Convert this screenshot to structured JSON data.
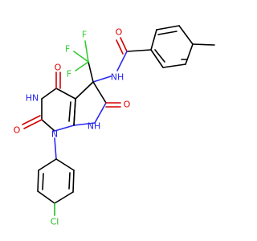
{
  "molecule": {
    "atoms": {
      "o_amide": "O",
      "nh_amide": "NH",
      "f1": "F",
      "f2": "F",
      "f3": "F",
      "o_c4": "O",
      "nh_n3": "HN",
      "o_c6": "O",
      "o_c2": "O",
      "nh_n7": "NH",
      "n_n1": "N",
      "cl": "Cl"
    },
    "colors": {
      "oxygen": "#e00000",
      "nitrogen": "#2323ee",
      "fluorine": "#33cc33",
      "chlorine": "#22bb22",
      "bond": "#000000"
    }
  }
}
